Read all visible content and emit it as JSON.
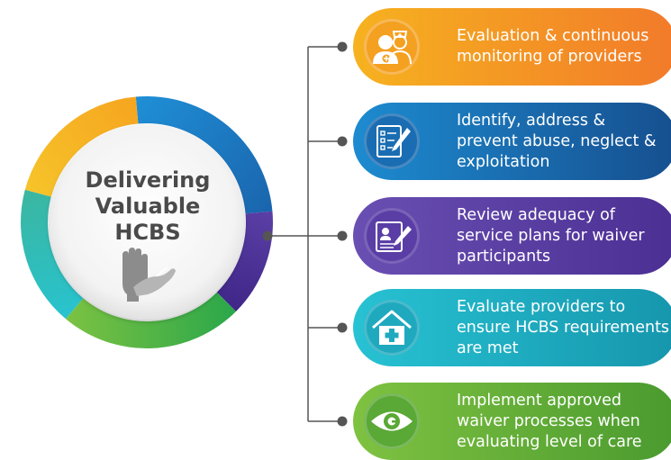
{
  "hub": {
    "title_lines": [
      "Delivering",
      "Valuable",
      "HCBS"
    ],
    "icon": "helping-hands-icon"
  },
  "items": [
    {
      "icon": "nurse-provider-icon",
      "lines": [
        "Evaluation & continuous",
        "monitoring of providers"
      ],
      "gradient": [
        "#f6b21f",
        "#f27a2a"
      ],
      "circle": "#f6a51f"
    },
    {
      "icon": "checklist-pen-icon",
      "lines": [
        "Identify, address &",
        "prevent abuse, neglect &",
        "exploitation"
      ],
      "gradient": [
        "#1d8bd0",
        "#164f8f"
      ],
      "circle": "#1b6fb4"
    },
    {
      "icon": "profile-document-icon",
      "lines": [
        "Review adequacy of",
        "service plans for waiver",
        "participants"
      ],
      "gradient": [
        "#6a4fb3",
        "#4b2f93"
      ],
      "circle": "#5a3ea6"
    },
    {
      "icon": "medical-house-icon",
      "lines": [
        "Evaluate providers to",
        "ensure HCBS requirements",
        "are met"
      ],
      "gradient": [
        "#27c2d3",
        "#1696ad"
      ],
      "circle": "#20aec2"
    },
    {
      "icon": "eye-icon",
      "lines": [
        "Implement approved",
        "waiver processes when",
        "evaluating level of care"
      ],
      "gradient": [
        "#7fc241",
        "#4a9a2f"
      ],
      "circle": "#64ad37"
    }
  ]
}
